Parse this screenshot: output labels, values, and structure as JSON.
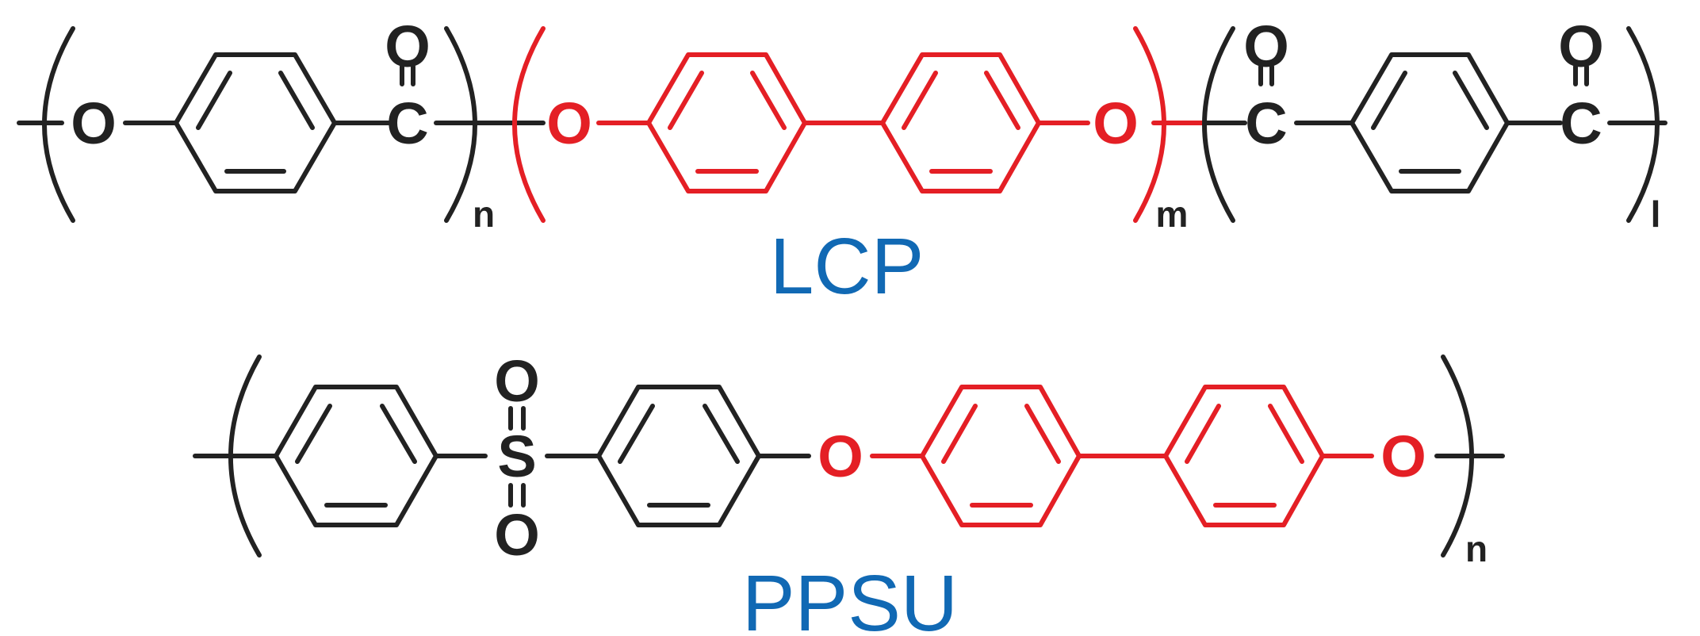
{
  "colors": {
    "black": "#222222",
    "red": "#e41f25",
    "blue": "#1169b4"
  },
  "lcp": {
    "name": "LCP",
    "atoms": {
      "o1": "O",
      "c1": "C",
      "o1_dbl": "O",
      "o2": "O",
      "o3": "O",
      "c2": "C",
      "o2_dbl": "O",
      "c3": "C",
      "o3_dbl": "O"
    },
    "subscripts": {
      "n": "n",
      "m": "m",
      "l": "l"
    }
  },
  "ppsu": {
    "name": "PPSU",
    "atoms": {
      "s": "S",
      "o_top": "O",
      "o_bottom": "O",
      "o1": "O",
      "o2": "O"
    },
    "subscripts": {
      "n": "n"
    }
  }
}
